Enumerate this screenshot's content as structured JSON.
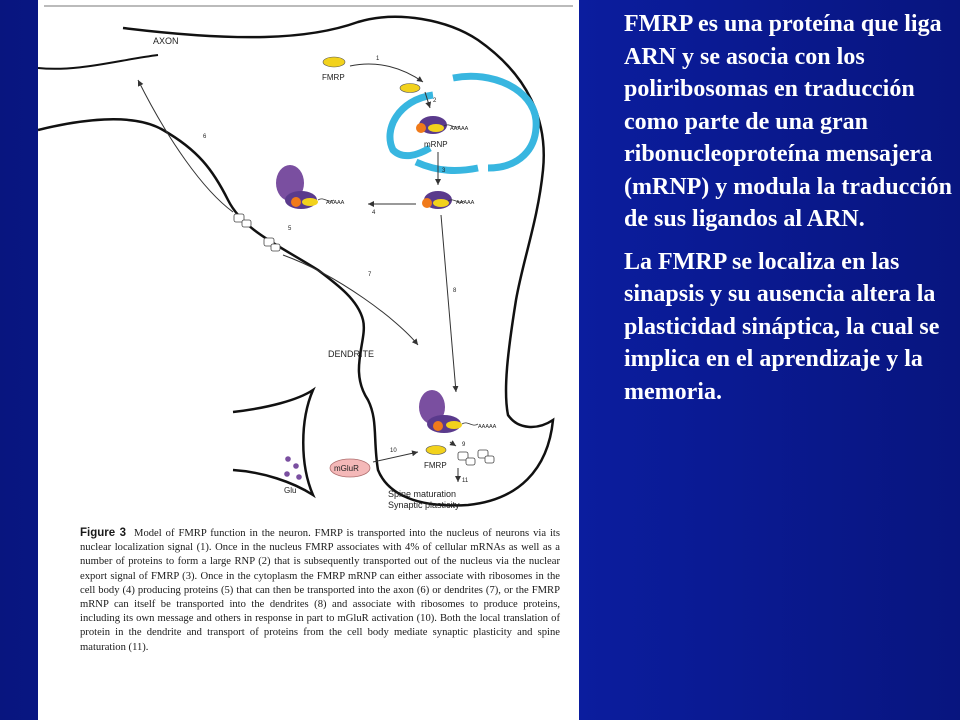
{
  "diagram": {
    "label_axon": "AXON",
    "label_dendrite": "DENDRITE",
    "label_fmrp_top": "FMRP",
    "label_mrnp": "mRNP",
    "label_fmrp_spine": "FMRP",
    "label_mglur": "mGluR",
    "label_glu": "Glu",
    "label_poly_a": "AAAAA",
    "label_spine_maturation": "Spine maturation",
    "label_synaptic_plasticity": "Synaptic plasticity",
    "step_numbers": [
      "1",
      "2",
      "3",
      "4",
      "5",
      "6",
      "7",
      "8",
      "9",
      "10",
      "11"
    ]
  },
  "caption": {
    "figure_label": "Figure 3",
    "text": "Model of FMRP function in the neuron. FMRP is transported into the nucleus of neurons via its nuclear localization signal (1). Once in the nucleus FMRP associates with 4% of cellular mRNAs as well as a number of proteins to form a large RNP (2) that is subsequently transported out of the nucleus via the nuclear export signal of FMRP (3). Once in the cytoplasm the FMRP mRNP can either associate with ribosomes in the cell body (4) producing proteins (5) that can then be transported into the axon (6) or dendrites (7), or the FMRP mRNP can itself be transported into the dendrites (8) and associate with ribosomes to produce proteins, including its own message and others in response in part to mGluR activation (10). Both the local translation of protein in the dendrite and transport of proteins from the cell body mediate synaptic plasticity and spine maturation (11)."
  },
  "slide_text": {
    "paragraph_1": "FMRP es una proteína que liga ARN  y se asocia con los poliribosomas en traducción como parte de una gran ribonucleoproteína mensajera (mRNP) y modula la traducción de sus ligandos al ARN.",
    "paragraph_2": "La FMRP se localiza en las sinapsis y su ausencia altera la plasticidad sináptica, la cual se implica en el aprendizaje y la memoria."
  },
  "colors": {
    "background": "#0a1a94",
    "nucleus": "#38b6e0",
    "ribosome": "#7a4fa0",
    "fmrp": "#f2d21c",
    "protein_orange": "#f07a1a",
    "mglur": "#f4b8b8"
  }
}
